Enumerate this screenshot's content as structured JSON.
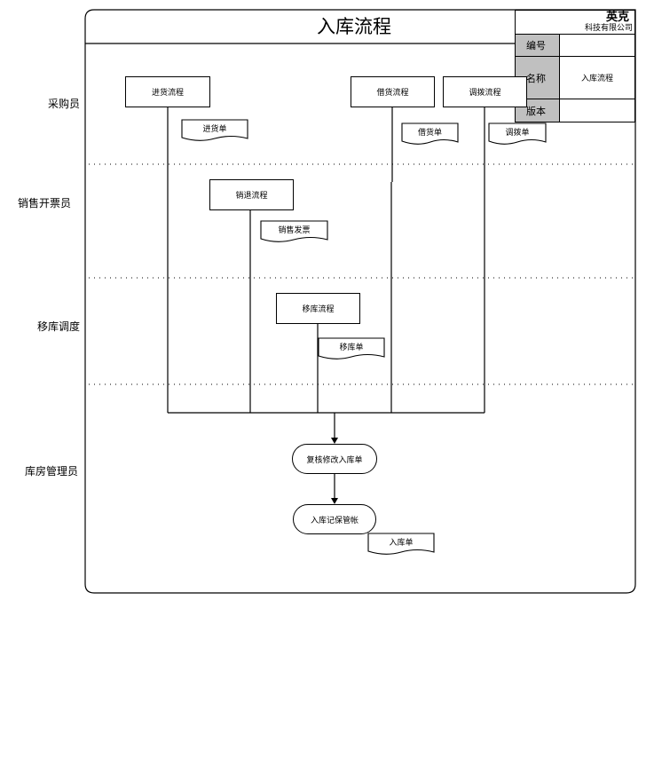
{
  "diagram": {
    "title": "入库流程",
    "company": {
      "logo_text": "英克",
      "name": "科技有限公司"
    },
    "info_table": {
      "rows": [
        {
          "label": "编号",
          "value": ""
        },
        {
          "label": "名称",
          "value": "入库流程"
        },
        {
          "label": "版本",
          "value": ""
        }
      ]
    },
    "lanes": [
      {
        "label": "采购员"
      },
      {
        "label": "销售开票员"
      },
      {
        "label": "移库调度"
      },
      {
        "label": "库房管理员"
      }
    ],
    "processes": [
      {
        "id": "p1",
        "label": "进货流程",
        "lane": "采购员"
      },
      {
        "id": "p2",
        "label": "借货流程",
        "lane": "采购员"
      },
      {
        "id": "p3",
        "label": "调拨流程",
        "lane": "采购员"
      },
      {
        "id": "p4",
        "label": "销退流程",
        "lane": "销售开票员"
      },
      {
        "id": "p5",
        "label": "移库流程",
        "lane": "移库调度"
      }
    ],
    "documents": [
      {
        "id": "d1",
        "label": "进货单"
      },
      {
        "id": "d2",
        "label": "借货单"
      },
      {
        "id": "d3",
        "label": "调拨单"
      },
      {
        "id": "d4",
        "label": "销售发票"
      },
      {
        "id": "d5",
        "label": "移库单"
      },
      {
        "id": "d6",
        "label": "入库单"
      }
    ],
    "terminals": [
      {
        "id": "t1",
        "label": "复核修改入库单",
        "lane": "库房管理员"
      },
      {
        "id": "t2",
        "label": "入库记保管帐",
        "lane": "库房管理员"
      }
    ],
    "colors": {
      "line": "#000000",
      "header_fill": "#c0c0c0",
      "background": "#ffffff"
    }
  }
}
